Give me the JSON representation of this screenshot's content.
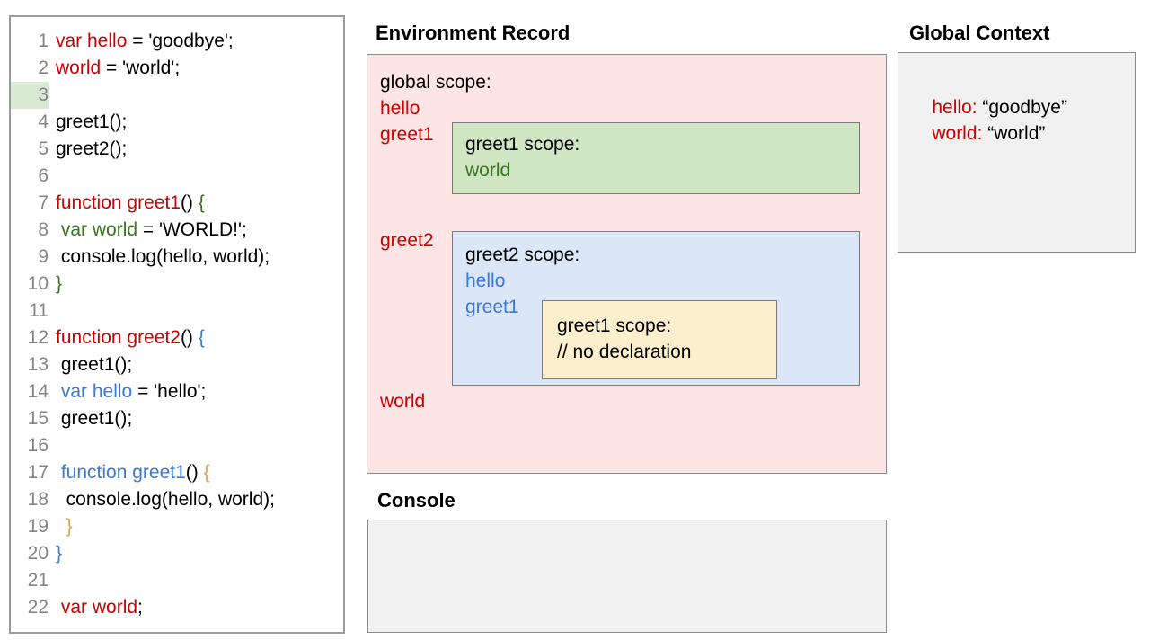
{
  "editor": {
    "highlighted_line": 3,
    "lines": [
      {
        "num": "1",
        "tokens": [
          {
            "t": "var hello",
            "c": "red"
          },
          {
            "t": " = 'goodbye';",
            "c": "black"
          }
        ]
      },
      {
        "num": "2",
        "tokens": [
          {
            "t": "world",
            "c": "red"
          },
          {
            "t": " = 'world';",
            "c": "black"
          }
        ]
      },
      {
        "num": "3",
        "tokens": [
          {
            "t": "",
            "c": "black"
          }
        ]
      },
      {
        "num": "4",
        "tokens": [
          {
            "t": "greet1();",
            "c": "black"
          }
        ]
      },
      {
        "num": "5",
        "tokens": [
          {
            "t": "greet2();",
            "c": "black"
          }
        ]
      },
      {
        "num": "6",
        "tokens": [
          {
            "t": "",
            "c": "black"
          }
        ]
      },
      {
        "num": "7",
        "tokens": [
          {
            "t": "function greet1",
            "c": "red"
          },
          {
            "t": "() ",
            "c": "black"
          },
          {
            "t": "{",
            "c": "green"
          }
        ]
      },
      {
        "num": "8",
        "tokens": [
          {
            "t": " ",
            "c": "black"
          },
          {
            "t": "var world",
            "c": "green"
          },
          {
            "t": " = 'WORLD!';",
            "c": "black"
          }
        ]
      },
      {
        "num": "9",
        "tokens": [
          {
            "t": " console.log(hello, world);",
            "c": "black"
          }
        ]
      },
      {
        "num": "10",
        "tokens": [
          {
            "t": "}",
            "c": "green"
          }
        ]
      },
      {
        "num": "11",
        "tokens": [
          {
            "t": "",
            "c": "black"
          }
        ]
      },
      {
        "num": "12",
        "tokens": [
          {
            "t": "function greet2",
            "c": "red"
          },
          {
            "t": "() ",
            "c": "black"
          },
          {
            "t": "{",
            "c": "blue"
          }
        ]
      },
      {
        "num": "13",
        "tokens": [
          {
            "t": " greet1();",
            "c": "black"
          }
        ]
      },
      {
        "num": "14",
        "tokens": [
          {
            "t": " ",
            "c": "black"
          },
          {
            "t": "var hello",
            "c": "blue"
          },
          {
            "t": " = 'hello';",
            "c": "black"
          }
        ]
      },
      {
        "num": "15",
        "tokens": [
          {
            "t": " greet1();",
            "c": "black"
          }
        ]
      },
      {
        "num": "16",
        "tokens": [
          {
            "t": "",
            "c": "black"
          }
        ]
      },
      {
        "num": "17",
        "tokens": [
          {
            "t": " ",
            "c": "black"
          },
          {
            "t": "function greet1",
            "c": "blue"
          },
          {
            "t": "() ",
            "c": "black"
          },
          {
            "t": "{",
            "c": "orange"
          }
        ]
      },
      {
        "num": "18",
        "tokens": [
          {
            "t": "  console.log(hello, world);",
            "c": "black"
          }
        ]
      },
      {
        "num": "19",
        "tokens": [
          {
            "t": "  ",
            "c": "black"
          },
          {
            "t": "}",
            "c": "orange"
          }
        ]
      },
      {
        "num": "20",
        "tokens": [
          {
            "t": "}",
            "c": "blue"
          }
        ]
      },
      {
        "num": "21",
        "tokens": [
          {
            "t": "",
            "c": "black"
          }
        ]
      },
      {
        "num": "22",
        "tokens": [
          {
            "t": " ",
            "c": "black"
          },
          {
            "t": "var world",
            "c": "red"
          },
          {
            "t": ";",
            "c": "black"
          }
        ]
      }
    ]
  },
  "environment_record": {
    "title": "Environment Record",
    "global_scope_label": "global scope:",
    "global_bindings_top": [
      "hello",
      "greet1"
    ],
    "binding_greet2": "greet2",
    "binding_world": "world",
    "greet1_scope": {
      "title": "greet1 scope:",
      "bindings": [
        "world"
      ]
    },
    "greet2_scope": {
      "title": "greet2 scope:",
      "bindings": [
        "hello",
        "greet1"
      ],
      "inner_greet1_scope": {
        "title": "greet1 scope:",
        "comment": "// no declaration"
      }
    },
    "colors": {
      "global_bg": "#fce5e4",
      "greet1_bg": "#d0e6c3",
      "greet2_bg": "#dbe6f6",
      "inner_bg": "#fcefcd",
      "red": "#cc0000",
      "green": "#38761d",
      "blue": "#3c78d8",
      "orange": "#e8a33d"
    }
  },
  "console": {
    "title": "Console",
    "output": ""
  },
  "global_context": {
    "title": "Global Context",
    "entries": [
      {
        "key": "hello:",
        "value": " “goodbye”"
      },
      {
        "key": "world:",
        "value": " “world”"
      }
    ]
  }
}
